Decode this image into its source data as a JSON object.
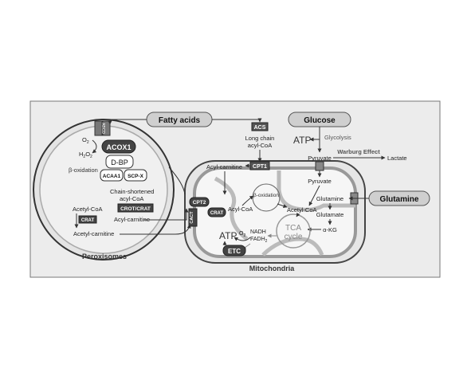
{
  "labels": {
    "fatty_acids": "Fatty acids",
    "glucose": "Glucose",
    "glutamine_box": "Glutamine",
    "acs": "ACS",
    "long_chain_1": "Long chain",
    "long_chain_2": "acyl-CoA",
    "atp_top": "ATP",
    "glycolysis": "Glycolysis",
    "warburg": "Warburg Effect",
    "lactate": "Lactate",
    "pyruvate_top": "Pyruvate",
    "pyruvate_mito": "Pyruvate",
    "o2_perox": "O",
    "o2_perox_sub": "2",
    "h2o2": "H",
    "h2o2_sub1": "2",
    "h2o2_mid": "O",
    "h2o2_sub2": "2",
    "acox1": "ACOX1",
    "dbp": "D-BP",
    "acaa1": "ACAA1",
    "scpx": "SCP-X",
    "beta_ox_perox": "β-oxidation",
    "chain_shortened_1": "Chain-shortened",
    "chain_shortened_2": "acyl-CoA",
    "crot_crat": "CROT/CRAT",
    "acetyl_coa_perox": "Acetyl-CoA",
    "acyl_carnitine_perox": "Acyl-carnitine",
    "crat_perox": "CRAT",
    "acetyl_carnitine": "Acetyl-carnitine",
    "peroxisomes": "Peroxisomes",
    "abcd": "ABCD",
    "acyl_carnitine_mito": "Acyl-carnitine",
    "cpt1": "CPT1",
    "cpt2": "CPT2",
    "cact": "CACT",
    "crat_mito": "CRAT",
    "acyl_coa_mito": "Acyl-CoA",
    "beta_ox_mito": "β-oxidation",
    "acetyl_coa_mito": "Acetyl-CoA",
    "glutamine_mito": "Glutamine",
    "glutamate": "Glutamate",
    "akg": "α-KG",
    "tca_1": "TCA",
    "tca_2": "cycle",
    "atp_mito": "ATP",
    "o2_mito": "O",
    "o2_mito_sub": "2",
    "nadh": "NADH",
    "fadh2": "FADH",
    "fadh2_sub": "2",
    "etc": "ETC",
    "mitochondria": "Mitochondria"
  }
}
